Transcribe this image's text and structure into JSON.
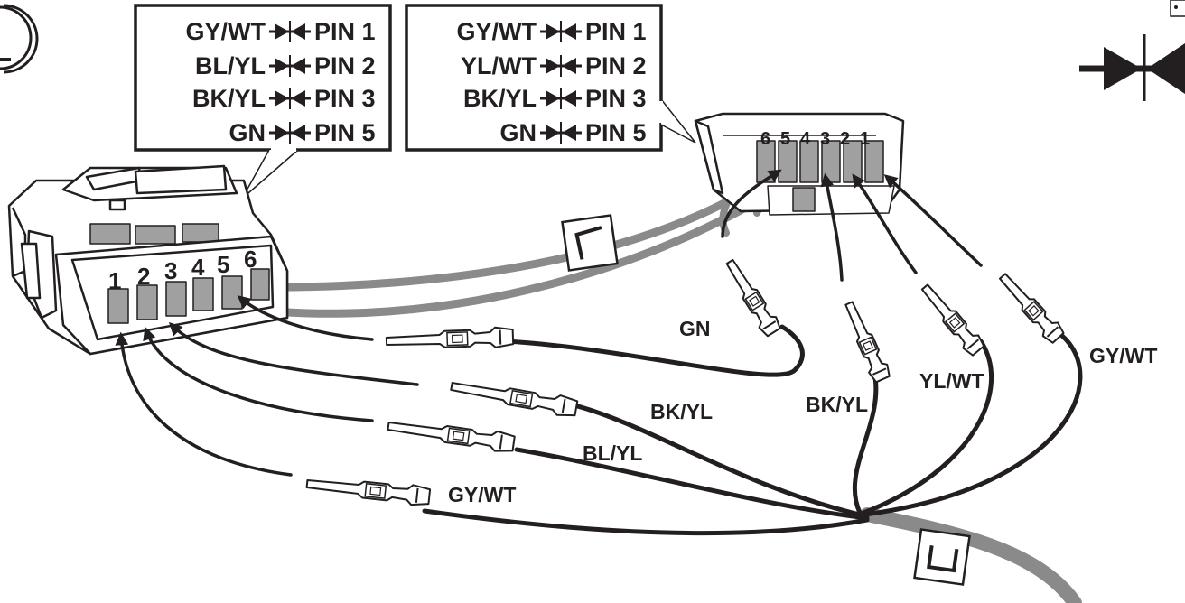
{
  "legend_box_left": {
    "rows": [
      {
        "wire": "GY/WT",
        "pin": "PIN 1"
      },
      {
        "wire": "BL/YL",
        "pin": "PIN 2"
      },
      {
        "wire": "BK/YL",
        "pin": "PIN 3"
      },
      {
        "wire": "GN",
        "pin": "PIN 5"
      }
    ]
  },
  "legend_box_right": {
    "rows": [
      {
        "wire": "GY/WT",
        "pin": "PIN 1"
      },
      {
        "wire": "YL/WT",
        "pin": "PIN 2"
      },
      {
        "wire": "BK/YL",
        "pin": "PIN 3"
      },
      {
        "wire": "GN",
        "pin": "PIN 5"
      }
    ]
  },
  "left_connector": {
    "pins": [
      "1",
      "2",
      "3",
      "4",
      "5",
      "6"
    ]
  },
  "right_connector": {
    "pins": [
      "6",
      "5",
      "4",
      "3",
      "2",
      "1"
    ]
  },
  "wire_labels": {
    "left_gn": "GN",
    "left_bk_yl": "BK/YL",
    "left_bl_yl": "BL/YL",
    "left_gy_wt": "GY/WT",
    "right_bk_yl": "BK/YL",
    "right_yl_wt": "YL/WT",
    "right_gy_wt": "GY/WT"
  },
  "colors": {
    "ink": "#231f20",
    "gray_wire": "#8a8a8a",
    "connector_fill": "#ffffff",
    "terminal_slot": "#a0a0a0"
  }
}
